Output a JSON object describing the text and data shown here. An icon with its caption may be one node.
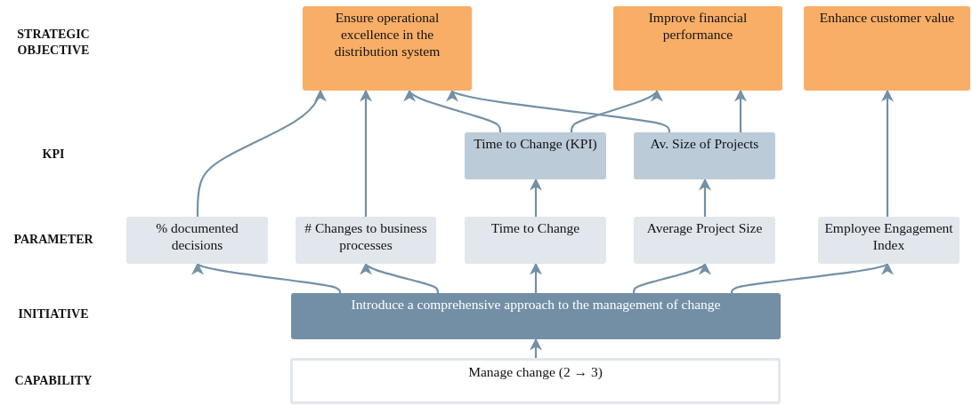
{
  "diagram": {
    "nodes": [
      {
        "text": [
          "Ensure operational excellence in the distribution system"
        ]
      },
      {
        "text": [
          "Improve financial performance"
        ]
      },
      {
        "text": [
          "Enhance customer value"
        ]
      },
      {
        "text": [
          "Time to Change (KPI)"
        ]
      },
      {
        "text": [
          "Av. Size of Projects"
        ]
      },
      {
        "text": [
          "% documented decisions"
        ]
      },
      {
        "text": [
          "# Changes to business processes"
        ]
      },
      {
        "text": [
          "Time to Change"
        ]
      },
      {
        "text": [
          "Average Project Size"
        ]
      },
      {
        "text": [
          "Employee Engagement Index"
        ]
      },
      {
        "text": [
          "Introduce a comprehensive approach to the management of change"
        ]
      },
      {
        "text": [
          "Manage change (2 → 3)"
        ]
      }
    ],
    "edges": [
      {
        "from": 11,
        "to": 10,
        "arrow": "to"
      },
      {
        "from": 10,
        "to": 5,
        "arrow": "to"
      },
      {
        "from": 10,
        "to": 6,
        "arrow": "to"
      },
      {
        "from": 10,
        "to": 7,
        "arrow": "to"
      },
      {
        "from": 10,
        "to": 8,
        "arrow": "to"
      },
      {
        "from": 10,
        "to": 9,
        "arrow": "to"
      },
      {
        "from": 5,
        "to": 0,
        "arrow": "to"
      },
      {
        "from": 6,
        "to": 0,
        "arrow": "to"
      },
      {
        "from": 7,
        "to": 3,
        "arrow": "to"
      },
      {
        "from": 8,
        "to": 4,
        "arrow": "to"
      },
      {
        "from": 3,
        "to": 0,
        "arrow": "to"
      },
      {
        "from": 3,
        "to": 1,
        "arrow": "to"
      },
      {
        "from": 4,
        "to": 0,
        "arrow": "to"
      },
      {
        "from": 4,
        "to": 1,
        "arrow": "to"
      },
      {
        "from": 9,
        "to": 2,
        "arrow": "to"
      }
    ],
    "labels": [
      "STRATEGIC OBJECTIVE",
      "KPI",
      "PARAMETER",
      "INITIATIVE",
      "CAPABILITY"
    ]
  }
}
